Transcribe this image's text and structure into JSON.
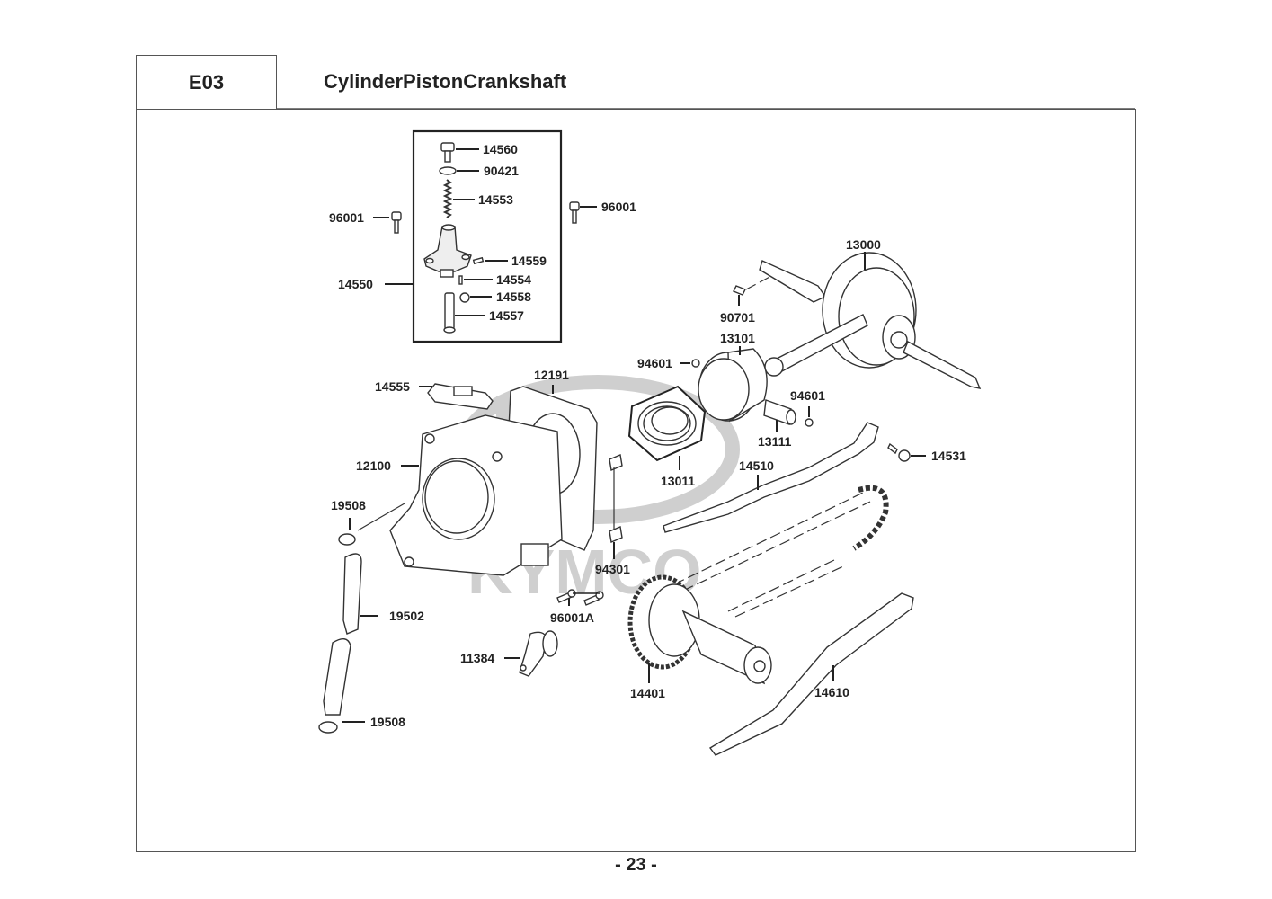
{
  "header": {
    "section_code": "E03",
    "section_title": "CylinderPistonCrankshaft"
  },
  "watermark": {
    "brand": "KYMCO"
  },
  "page": {
    "number_label": "- 23 -"
  },
  "parts": {
    "p14560": "14560",
    "p90421": "90421",
    "p14553": "14553",
    "p96001_left": "96001",
    "p96001_right": "96001",
    "p14559": "14559",
    "p14550": "14550",
    "p14554": "14554",
    "p14558": "14558",
    "p14557": "14557",
    "p13000": "13000",
    "p90701": "90701",
    "p13101": "13101",
    "p94601_top": "94601",
    "p94601_bottom": "94601",
    "p14555": "14555",
    "p12191": "12191",
    "p13111": "13111",
    "p14531": "14531",
    "p12100": "12100",
    "p14510": "14510",
    "p13011": "13011",
    "p19508_top": "19508",
    "p94301": "94301",
    "p96001A": "96001A",
    "p19502": "19502",
    "p11384": "11384",
    "p14401": "14401",
    "p14610": "14610",
    "p19508_bottom": "19508"
  }
}
